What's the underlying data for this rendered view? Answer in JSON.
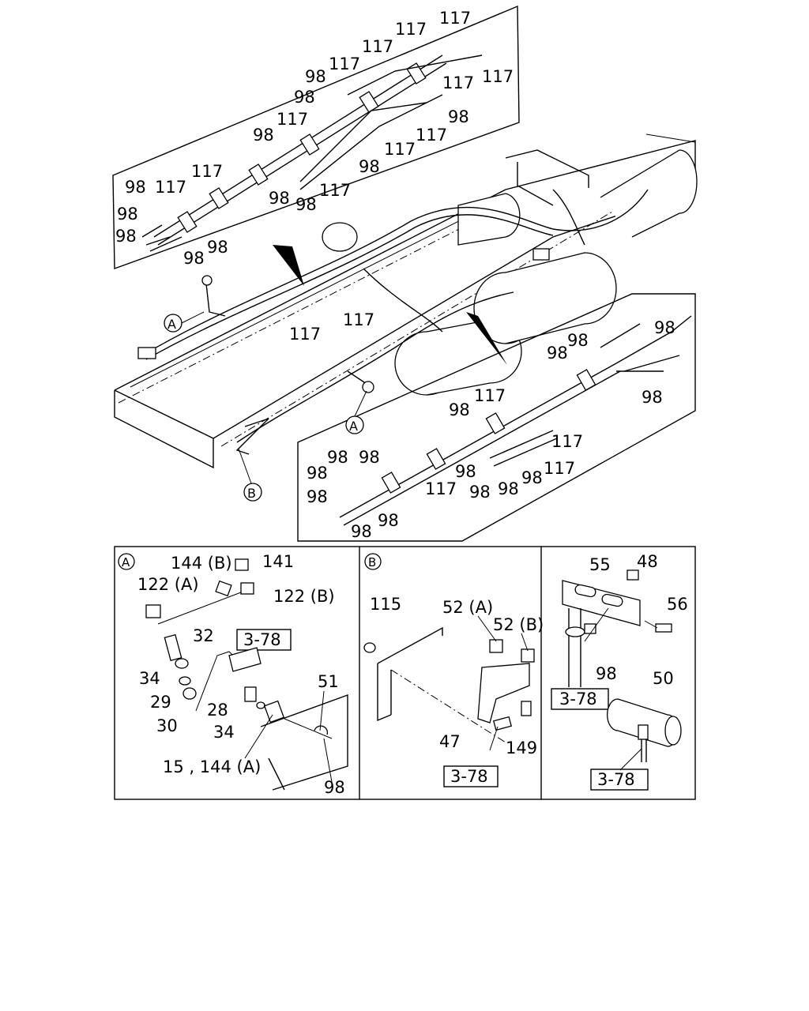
{
  "callouts": {
    "top_panel": [
      "117",
      "117",
      "117",
      "117",
      "117",
      "98",
      "117",
      "98",
      "117",
      "98",
      "117",
      "117",
      "98",
      "117",
      "98",
      "98",
      "117",
      "98",
      "117",
      "98",
      "98",
      "98",
      "98"
    ],
    "main": [
      "117",
      "117"
    ],
    "right_panel": [
      "98",
      "98",
      "98",
      "98",
      "117",
      "98",
      "117",
      "98",
      "98",
      "98",
      "98",
      "98",
      "98",
      "98",
      "98",
      "117",
      "98",
      "98",
      "117"
    ],
    "ref_a": "A",
    "ref_b": "B"
  },
  "detail_a": {
    "letter": "A",
    "labels": [
      "144 (B)",
      "141",
      "122 (A)",
      "122 (B)",
      "32",
      "34",
      "29",
      "30",
      "28",
      "34",
      "51",
      "15 , 144 (A)",
      "98"
    ],
    "ref_box": "3-78"
  },
  "detail_b": {
    "letter": "B",
    "labels": [
      "115",
      "52 (A)",
      "52 (B)",
      "47",
      "149"
    ],
    "ref_box": "3-78"
  },
  "detail_c": {
    "labels": [
      "55",
      "48",
      "56",
      "98",
      "50"
    ],
    "ref_box_1": "3-78",
    "ref_box_2": "3-78"
  }
}
